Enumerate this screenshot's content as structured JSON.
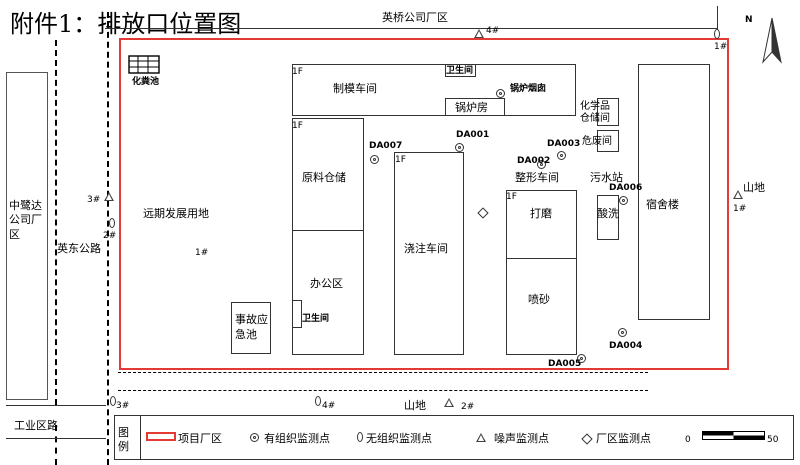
{
  "title": "附件1：排放口位置图",
  "north": "N",
  "surroundings": {
    "north": "英桥公司厂区",
    "west_company": "中鹭达公司厂区",
    "west_road": "英东公路",
    "south_road": "工业区路",
    "east": "山地",
    "south": "山地"
  },
  "areas": {
    "future": "远期发展用地",
    "septic": "化粪池",
    "mold_shop": "制模车间",
    "toilet1": "卫生间",
    "boiler_room": "锅炉房",
    "boiler_chimney": "锅炉烟囱",
    "chem_store": "化学品仓储间",
    "hazard_room": "危废间",
    "raw_store": "原料仓储",
    "casting": "浇注车间",
    "shaping": "整形车间",
    "sewage": "污水站",
    "pickling": "酸洗",
    "grinding": "打磨",
    "blasting": "喷砂",
    "office": "办公区",
    "toilet2": "卫生间",
    "emergency_pool": "事故应急池",
    "dormitory": "宿舍楼"
  },
  "floor_labels": {
    "mold": "1F",
    "raw": "1F",
    "casting": "1F",
    "grinding": "1F"
  },
  "outlets": {
    "DA001": "DA001",
    "DA002": "DA002",
    "DA003": "DA003",
    "DA004": "DA004",
    "DA005": "DA005",
    "DA006": "DA006",
    "DA007": "DA007"
  },
  "points": {
    "noise_n": "4#",
    "noise_w": "3#",
    "noise_e": "1#",
    "noise_s": "2#",
    "fug_n": "1#",
    "fug_w": "2#",
    "fug_s1": "3#",
    "fug_s2": "4#",
    "plant_point": "1#"
  },
  "legend": {
    "label": "图例",
    "boundary": "项目厂区",
    "organized": "有组织监测点",
    "unorganized": "无组织监测点",
    "noise": "噪声监测点",
    "plant": "厂区监测点",
    "scale_start": "0",
    "scale_end": "50"
  },
  "colors": {
    "boundary": "#e53935",
    "lines": "#333333"
  }
}
